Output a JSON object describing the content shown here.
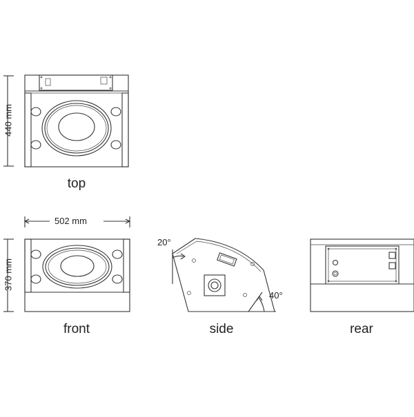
{
  "views": {
    "top": "top",
    "front": "front",
    "side": "side",
    "rear": "rear"
  },
  "dimensions": {
    "depth": "440 mm",
    "width": "502 mm",
    "height": "370 mm"
  },
  "angles": {
    "upper": "20°",
    "lower": "40°"
  },
  "colors": {
    "line": "#333333",
    "background": "#ffffff"
  }
}
